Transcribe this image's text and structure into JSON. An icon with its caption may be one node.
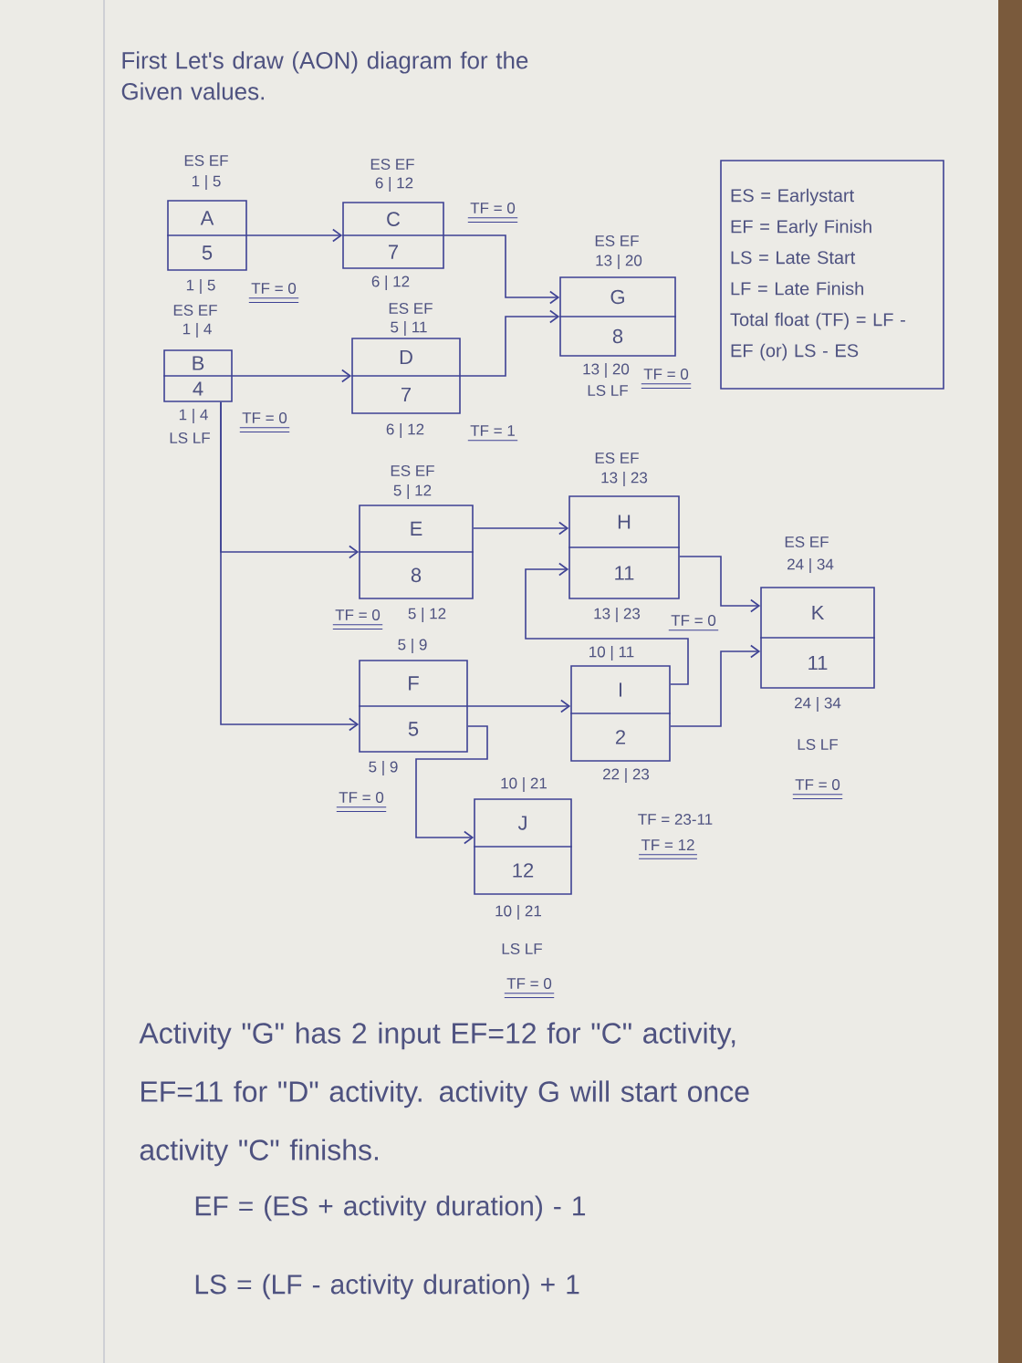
{
  "diagram": {
    "title": "First Let's draw (AON) diagram for the Given values.",
    "nodes": [
      {
        "text": [
          "A",
          "5"
        ],
        "beside": [
          "ES EF",
          "1 | 5",
          "1 | 5",
          "TF = 0"
        ]
      },
      {
        "text": [
          "C",
          "7"
        ],
        "beside": [
          "ES EF",
          "6 | 12",
          "TF = 0",
          "6 | 12"
        ]
      },
      {
        "text": [
          "G",
          "8"
        ],
        "beside": [
          "ES EF",
          "13 | 20",
          "13 | 20",
          "LS LF",
          "TF = 0"
        ]
      },
      {
        "text": [
          "ES = Earlystart",
          "EF = Early Finish",
          "LS = Late Start",
          "LF = Late Finish",
          "Total float (TF) = LF - EF (or) LS - ES"
        ]
      },
      {
        "text": [
          "B",
          "4"
        ],
        "beside": [
          "ES EF",
          "1 | 4",
          "1 | 4",
          "TF = 0",
          "LS LF"
        ]
      },
      {
        "text": [
          "D",
          "7"
        ],
        "beside": [
          "ES EF",
          "5 | 11",
          "6 | 12",
          "TF = 1"
        ]
      },
      {
        "text": [
          "E",
          "8"
        ],
        "beside": [
          "ES EF",
          "5 | 12",
          "TF = 0",
          "5 | 12"
        ]
      },
      {
        "text": [
          "H",
          "11"
        ],
        "beside": [
          "ES EF",
          "13 | 23",
          "13 | 23",
          "TF = 0"
        ]
      },
      {
        "text": [
          "K",
          "11"
        ],
        "beside": [
          "ES EF",
          "24 | 34",
          "24 | 34",
          "LS LF",
          "TF = 0"
        ]
      },
      {
        "text": [
          "F",
          "5"
        ],
        "beside": [
          "5 | 9",
          "5 | 9",
          "TF = 0"
        ]
      },
      {
        "text": [
          "I",
          "2"
        ],
        "beside": [
          "10 | 11",
          "22 | 23",
          "TF = 23-11",
          "TF = 12"
        ]
      },
      {
        "text": [
          "J",
          "12"
        ],
        "beside": [
          "10 | 21",
          "10 | 21",
          "LS LF",
          "TF = 0"
        ]
      }
    ],
    "edges": [
      {
        "from": 0,
        "to": 1,
        "arrow": "to"
      },
      {
        "from": 4,
        "to": 5,
        "arrow": "to"
      },
      {
        "from": 1,
        "to": 2,
        "arrow": "to"
      },
      {
        "from": 5,
        "to": 2,
        "arrow": "to"
      },
      {
        "from": 4,
        "to": 6,
        "arrow": "to"
      },
      {
        "from": 4,
        "to": 9,
        "arrow": "to"
      },
      {
        "from": 6,
        "to": 7,
        "arrow": "to"
      },
      {
        "from": 7,
        "to": 8,
        "arrow": "to"
      },
      {
        "from": 9,
        "to": 10,
        "arrow": "to"
      },
      {
        "from": 10,
        "to": 8,
        "arrow": "to"
      },
      {
        "from": 10,
        "to": 7,
        "arrow": "to"
      },
      {
        "from": 9,
        "to": 11,
        "arrow": "to"
      }
    ],
    "labels": [
      "Activity \"G\" has 2 input EF=12 for \"C\" activity, EF=11 for \"D\" activity. activity G will start once activity \"C\" finishs.",
      "EF = (ES + activity duration) - 1",
      "LS = (LF - activity duration) + 1"
    ]
  }
}
